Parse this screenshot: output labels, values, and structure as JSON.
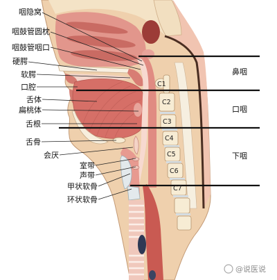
{
  "figure": {
    "left_labels": [
      "咽隐窝",
      "咽鼓管圆枕",
      "咽鼓管咽口",
      "硬腭",
      "软腭",
      "口腔",
      "舌体",
      "扁桃体",
      "舌根",
      "舌骨",
      "会厌",
      "室带",
      "声带",
      "甲状软骨",
      "环状软骨"
    ],
    "region_labels": [
      "鼻咽",
      "口咽",
      "下咽"
    ],
    "vertebra_labels": [
      "C1",
      "C2",
      "C3",
      "C4",
      "C5",
      "C6",
      "C7"
    ]
  },
  "watermark": {
    "text": "@说医说",
    "icon": "watermark-logo-icon"
  },
  "colors": {
    "skin": "#efd0ad",
    "mucosa": "#d66f67",
    "bone": "#f7ecd4",
    "divider": "#111111",
    "label_text": "#111111"
  }
}
